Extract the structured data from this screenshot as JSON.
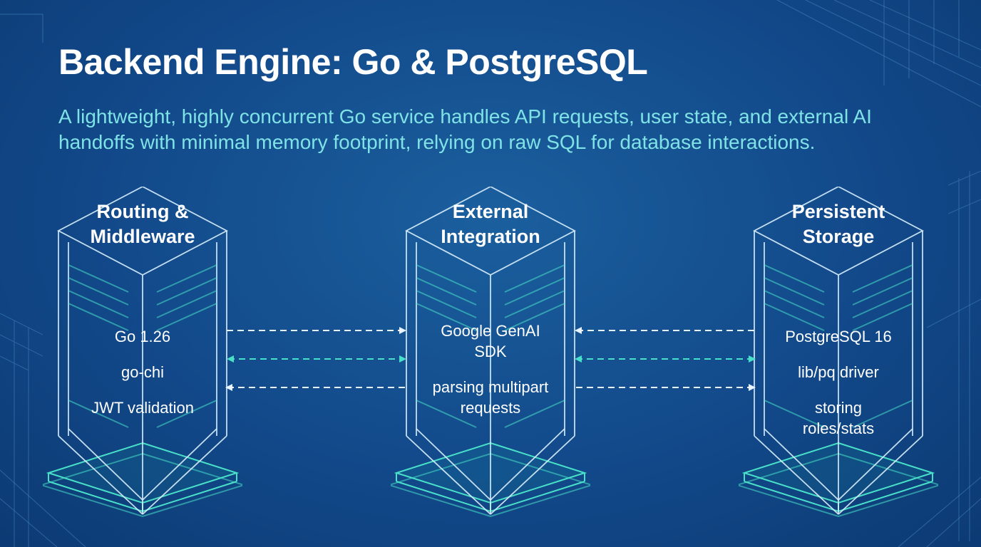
{
  "title": "Backend Engine: Go & PostgreSQL",
  "subtitle": "A lightweight, highly concurrent Go service handles API requests, user state, and external AI handoffs with minimal memory footprint, relying on raw SQL for database interactions.",
  "nodes": [
    {
      "label": "Routing &\nMiddleware",
      "items": [
        "Go 1.26",
        "go-chi",
        "JWT validation"
      ]
    },
    {
      "label": "External\nIntegration",
      "items": [
        "Google GenAI\nSDK",
        "parsing multipart\nrequests"
      ]
    },
    {
      "label": "Persistent\nStorage",
      "items": [
        "PostgreSQL 16",
        "lib/pq driver",
        "storing\nroles/stats"
      ]
    }
  ],
  "colors": {
    "accent": "#48e0c8",
    "line": "#d8eefc",
    "background": "#12498a"
  }
}
